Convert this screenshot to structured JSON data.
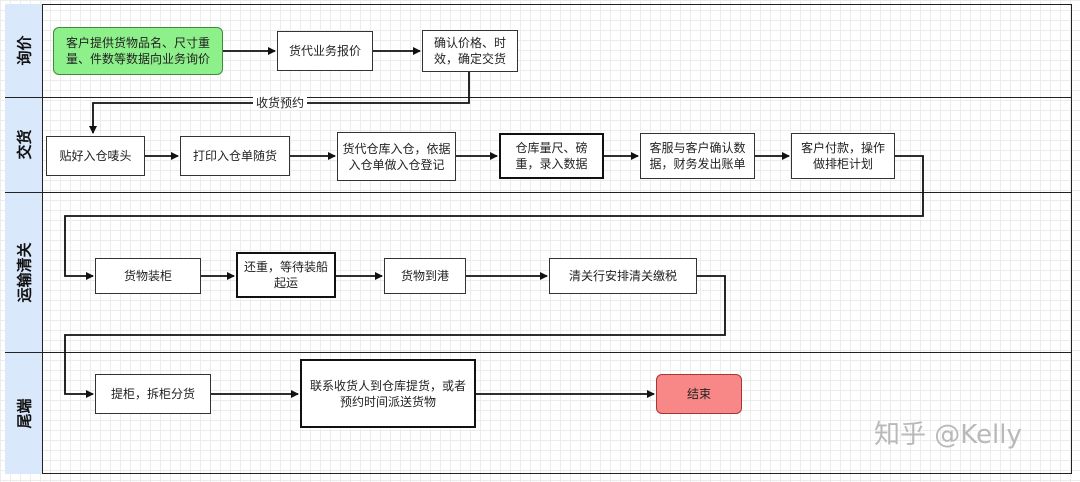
{
  "lanes": [
    {
      "label": "询价"
    },
    {
      "label": "交货"
    },
    {
      "label": "运输清关"
    },
    {
      "label": "尾端"
    }
  ],
  "nodes": {
    "n1": {
      "label": "客户提供货物品名、尺寸重量、件数等数据向业务询价"
    },
    "n2": {
      "label": "货代业务报价"
    },
    "n3": {
      "label": "确认价格、时效，确定交货"
    },
    "n4": {
      "label": "贴好入仓唛头"
    },
    "n5": {
      "label": "打印入仓单随货"
    },
    "n6": {
      "label": "货代仓库入仓，依据入仓单做入仓登记"
    },
    "n7": {
      "label": "仓库量尺、磅重，录入数据"
    },
    "n8": {
      "label": "客服与客户确认数据，财务发出账单"
    },
    "n9": {
      "label": "客户付款，操作做排柜计划"
    },
    "n10": {
      "label": "货物装柜"
    },
    "n11": {
      "label": "还重，等待装船起运"
    },
    "n12": {
      "label": "货物到港"
    },
    "n13": {
      "label": "清关行安排清关缴税"
    },
    "n14": {
      "label": "提柜，拆柜分货"
    },
    "n15": {
      "label": "联系收货人到仓库提货，或者预约时间派送货物"
    },
    "n16": {
      "label": "结束"
    }
  },
  "edge_labels": {
    "receive": "收货预约"
  },
  "watermark": "知乎 @Kelly",
  "colors": {
    "start_fill": "#8ef08a",
    "end_fill": "#f88888",
    "lane_header": "#dae8fc"
  }
}
